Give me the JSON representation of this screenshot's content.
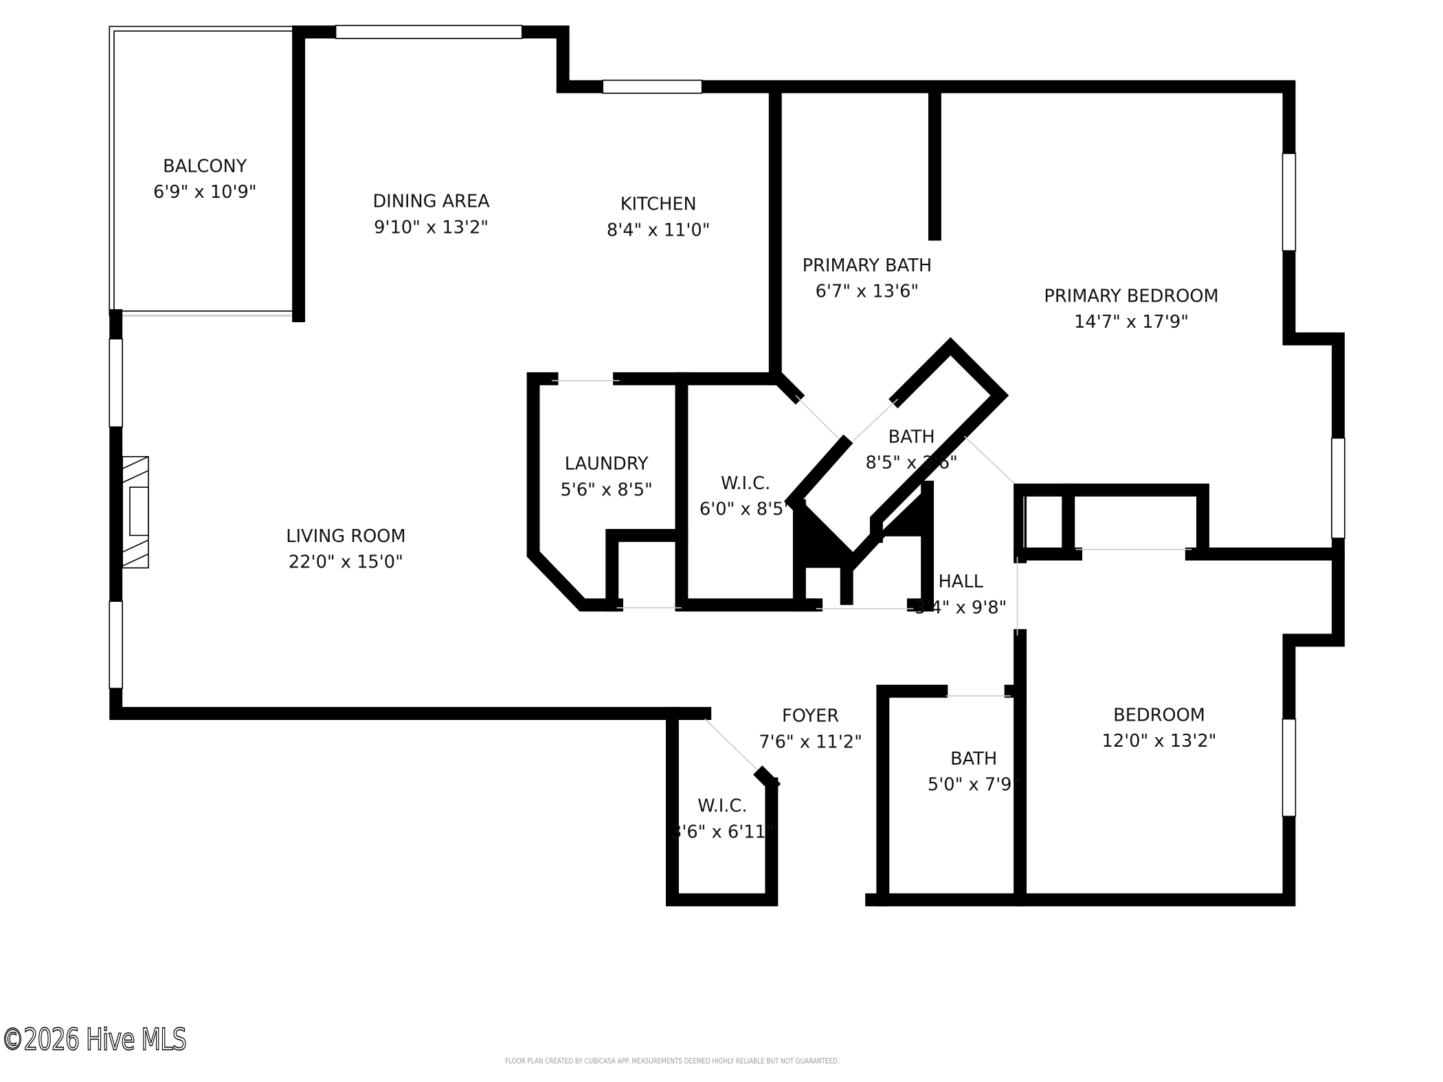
{
  "rooms": {
    "balcony": {
      "name": "BALCONY",
      "size": "6'9\" x 10'9\""
    },
    "dining": {
      "name": "DINING AREA",
      "size": "9'10\" x 13'2\""
    },
    "kitchen": {
      "name": "KITCHEN",
      "size": "8'4\" x 11'0\""
    },
    "primary_bath": {
      "name": "PRIMARY BATH",
      "size": "6'7\" x 13'6\""
    },
    "primary_bedroom": {
      "name": "PRIMARY BEDROOM",
      "size": "14'7\" x 17'9\""
    },
    "bath_1": {
      "name": "BATH",
      "size": "8'5\" x 2'6\""
    },
    "laundry": {
      "name": "LAUNDRY",
      "size": "5'6\" x 8'5\""
    },
    "wic_1": {
      "name": "W.I.C.",
      "size": "6'0\" x 8'5\""
    },
    "living": {
      "name": "LIVING ROOM",
      "size": "22'0\" x 15'0\""
    },
    "hall": {
      "name": "HALL",
      "size": "3'4\" x 9'8\""
    },
    "foyer": {
      "name": "FOYER",
      "size": "7'6\" x 11'2\""
    },
    "bedroom": {
      "name": "BEDROOM",
      "size": "12'0\" x 13'2\""
    },
    "bath_2": {
      "name": "BATH",
      "size": "5'0\" x 7'9\""
    },
    "wic_2": {
      "name": "W.I.C.",
      "size": "3'6\" x 6'11\""
    }
  },
  "footer": {
    "copyright": "©2026 Hive MLS",
    "disclaimer": "FLOOR PLAN CREATED BY CUBICASA APP. MEASUREMENTS DEEMED HIGHLY RELIABLE BUT NOT GUARANTEED."
  }
}
